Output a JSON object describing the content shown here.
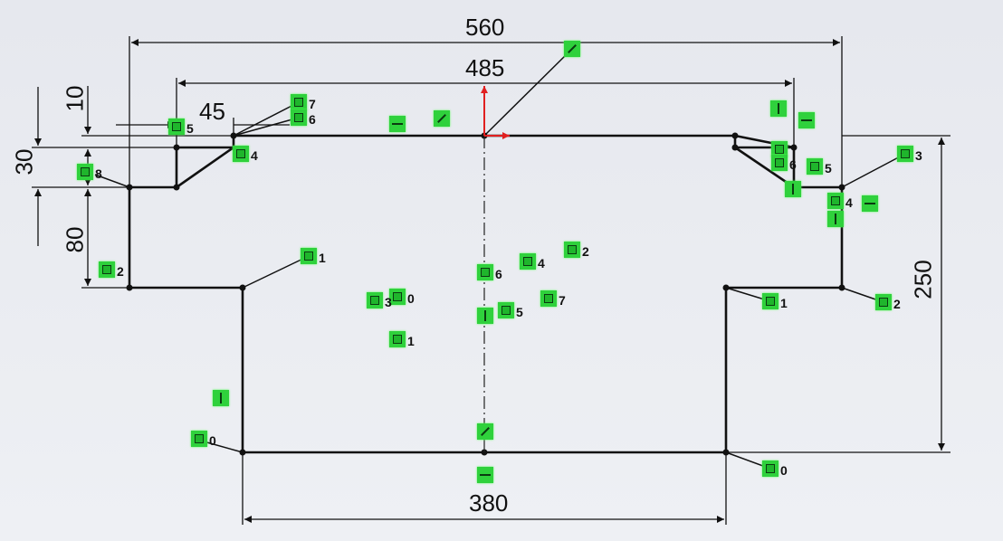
{
  "dimensions": {
    "overall_width": "560",
    "inner_width": "485",
    "chamfer": "45",
    "top_step": "10",
    "step_height": "30",
    "side_height": "80",
    "total_height": "250",
    "base_width": "380"
  },
  "colors": {
    "sketch_line": "#111111",
    "relation_marker": "#2fd13c",
    "origin": "#e02020"
  },
  "markers": [
    {
      "type": "diagonal",
      "label": ""
    },
    {
      "type": "horizontal",
      "label": ""
    },
    {
      "type": "diagonal",
      "label": ""
    },
    {
      "type": "square",
      "label": "7"
    },
    {
      "type": "square",
      "label": "6"
    },
    {
      "type": "square",
      "label": "5"
    },
    {
      "type": "square",
      "label": "4"
    },
    {
      "type": "square",
      "label": "8"
    },
    {
      "type": "square",
      "label": "2"
    },
    {
      "type": "square",
      "label": "1"
    },
    {
      "type": "square",
      "label": "3"
    },
    {
      "type": "square",
      "label": "0"
    },
    {
      "type": "square",
      "label": "1"
    },
    {
      "type": "square",
      "label": "6"
    },
    {
      "type": "square",
      "label": "4"
    },
    {
      "type": "square",
      "label": "2"
    },
    {
      "type": "square",
      "label": "7"
    },
    {
      "type": "square",
      "label": "5"
    },
    {
      "type": "vertical",
      "label": ""
    },
    {
      "type": "vertical",
      "label": ""
    },
    {
      "type": "square",
      "label": "0"
    },
    {
      "type": "diagonal",
      "label": ""
    },
    {
      "type": "horizontal",
      "label": ""
    },
    {
      "type": "square",
      "label": "0"
    },
    {
      "type": "vertical",
      "label": ""
    },
    {
      "type": "horizontal",
      "label": ""
    },
    {
      "type": "square",
      "label": ""
    },
    {
      "type": "square",
      "label": "6"
    },
    {
      "type": "square",
      "label": "5"
    },
    {
      "type": "square",
      "label": "3"
    },
    {
      "type": "vertical",
      "label": ""
    },
    {
      "type": "square",
      "label": "4"
    },
    {
      "type": "horizontal",
      "label": ""
    },
    {
      "type": "vertical",
      "label": ""
    },
    {
      "type": "square",
      "label": "1"
    },
    {
      "type": "square",
      "label": "2"
    }
  ]
}
